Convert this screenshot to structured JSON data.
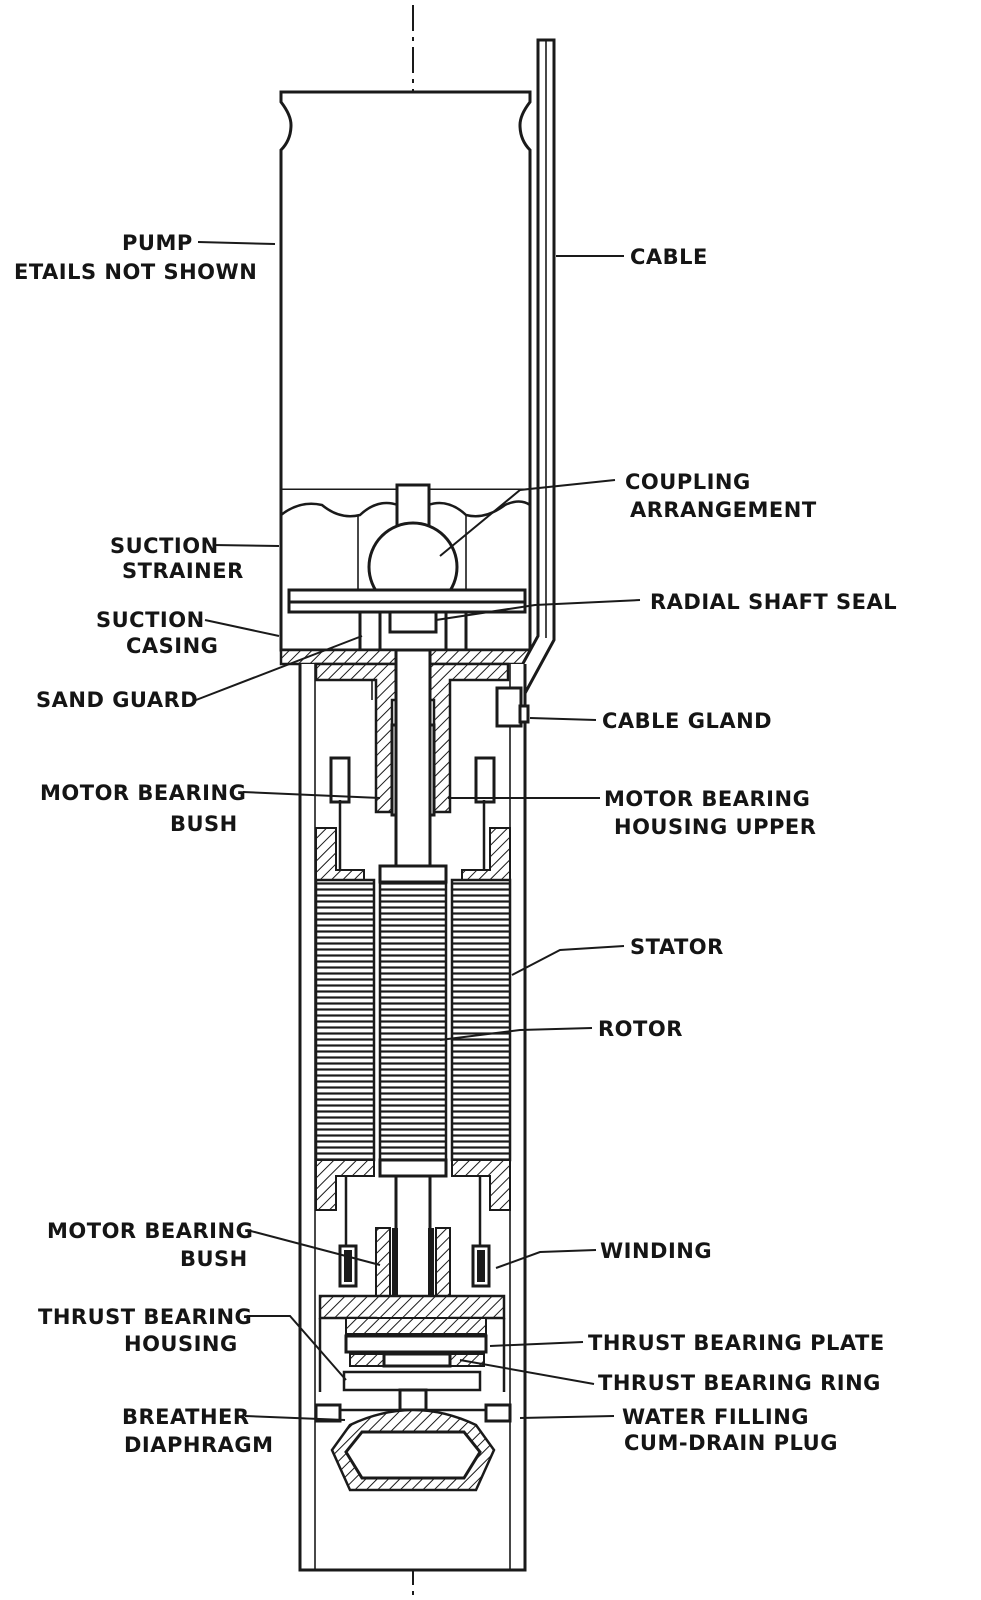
{
  "labels": {
    "pump_l1": "PUMP",
    "pump_l2": "ETAILS NOT SHOWN",
    "cable": "CABLE",
    "coupling_l1": "COUPLING",
    "coupling_l2": "ARRANGEMENT",
    "suction_strainer_l1": "SUCTION",
    "suction_strainer_l2": "STRAINER",
    "radial_shaft_seal": "RADIAL SHAFT SEAL",
    "suction_casing_l1": "SUCTION",
    "suction_casing_l2": "CASING",
    "sand_guard": "SAND GUARD",
    "cable_gland": "CABLE GLAND",
    "motor_bearing_bush_upper_l1": "MOTOR BEARING",
    "motor_bearing_bush_upper_l2": "BUSH",
    "motor_bearing_housing_upper_l1": "MOTOR BEARING",
    "motor_bearing_housing_upper_l2": "HOUSING UPPER",
    "stator": "STATOR",
    "rotor": "ROTOR",
    "motor_bearing_bush_lower_l1": "MOTOR BEARING",
    "motor_bearing_bush_lower_l2": "BUSH",
    "winding": "WINDING",
    "thrust_bearing_housing_l1": "THRUST BEARING",
    "thrust_bearing_housing_l2": "HOUSING",
    "thrust_bearing_plate": "THRUST BEARING PLATE",
    "thrust_bearing_ring": "THRUST BEARING RING",
    "breather_diaphragm_l1": "BREATHER",
    "breather_diaphragm_l2": "DIAPHRAGM",
    "water_filling_l1": "WATER FILLING",
    "water_filling_l2": "CUM-DRAIN PLUG"
  }
}
